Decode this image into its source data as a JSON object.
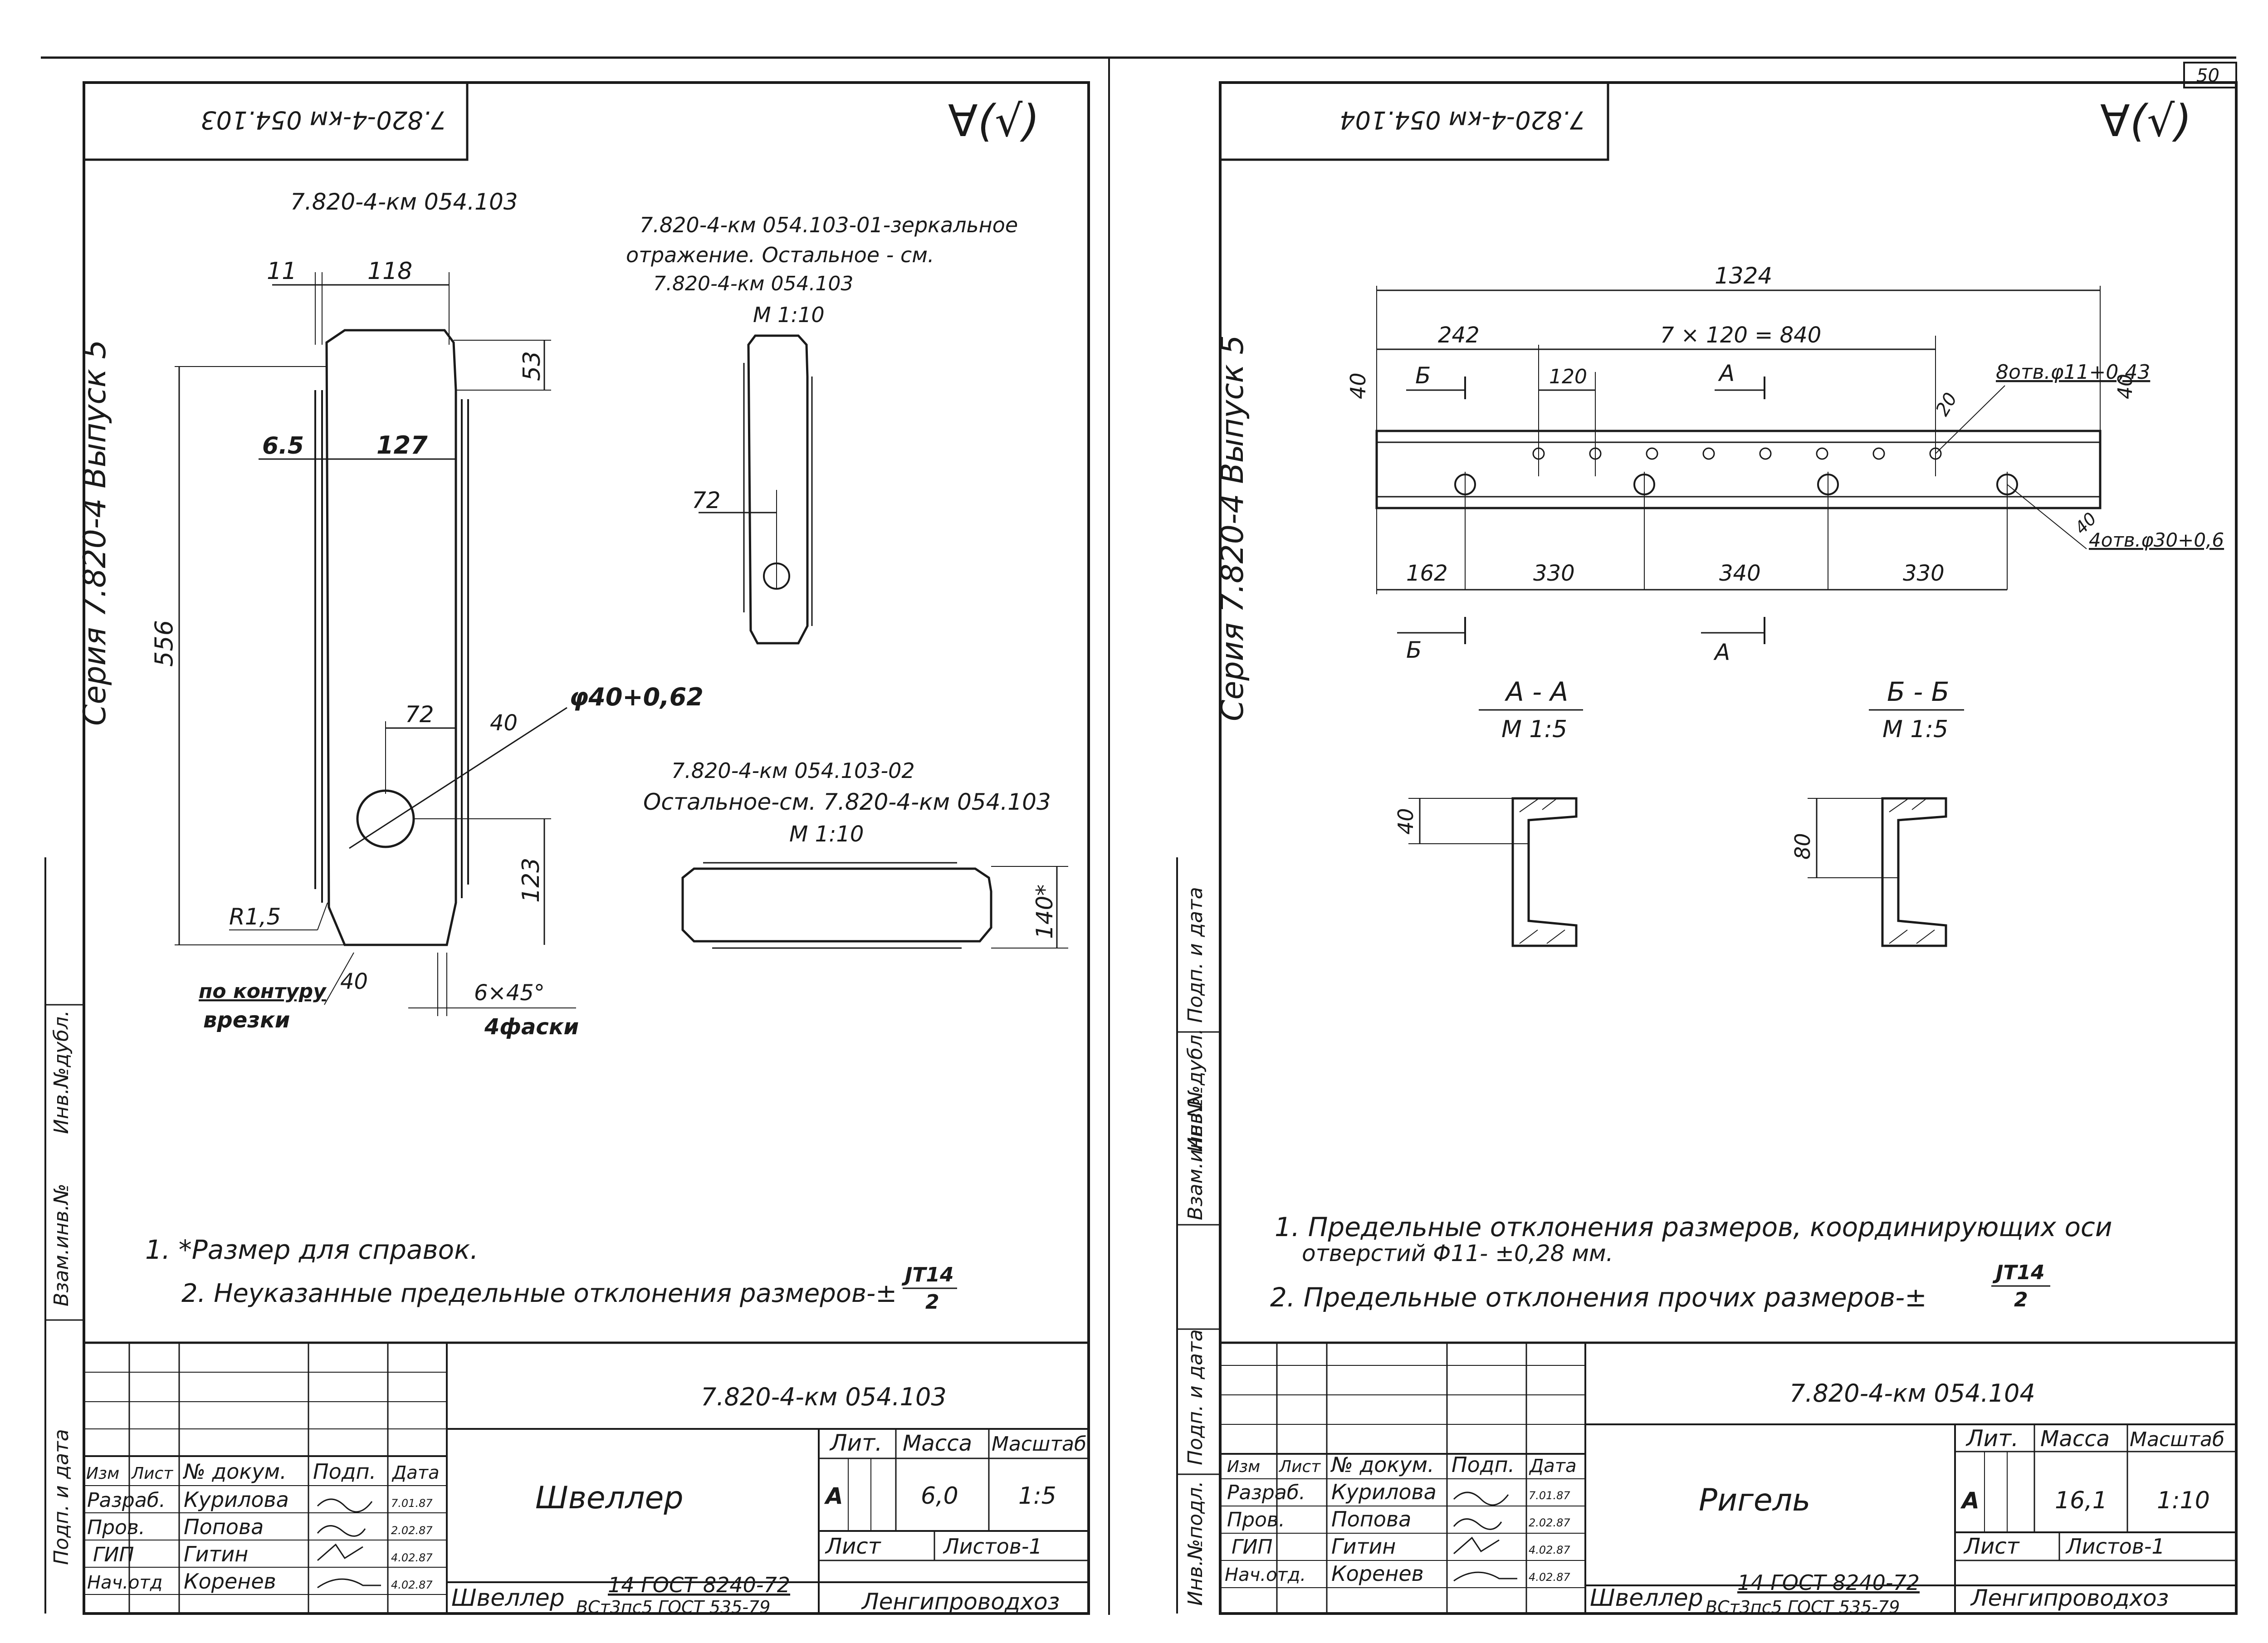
{
  "page_number": "50",
  "left": {
    "doc_code": "7.820-4-км 054.103",
    "roughness": "∀(√)",
    "side_label": "Серия   7.820-4    Выпуск 5",
    "title_code": "7.820-4-км 054.103",
    "variant_note": [
      "7.820-4-км 054.103-01-зеркальное",
      "отражение. Остальное - см.",
      "7.820-4-км 054.103"
    ],
    "scale_small": "М 1:10",
    "variant2_code": "7.820-4-км 054.103-02",
    "variant2_note": "Остальное-см. 7.820-4-км 054.103",
    "scale_small2": "М 1:10",
    "dims": {
      "d11": "11",
      "d118": "118",
      "d53": "53",
      "d6_5": "6.5",
      "d127": "127",
      "d556": "556",
      "d72": "72",
      "d40": "40",
      "phi": "φ40+0,62",
      "d123": "123",
      "r15": "R1,5",
      "d40b": "40",
      "chamfer": "6×45°",
      "chamfer_note": "4фаски",
      "contour1": "по контуру",
      "contour2": "врезки",
      "d72b": "72",
      "d140": "140*"
    },
    "notes": [
      "1. *Размер для справок.",
      "2. Неуказанные предельные отклонения размеров-±",
      "JT14",
      "2"
    ],
    "stamp": {
      "code": "7.820-4-км 054.103",
      "name": "Швеллер",
      "lit_h": "Лит.",
      "mass_h": "Масса",
      "scale_h": "Масштаб",
      "lit": "A",
      "mass": "6,0",
      "scale": "1:5",
      "sheet": "Лист",
      "sheets": "Листов-1",
      "material": "Швеллер",
      "material_spec": "14 ГОСТ 8240-72",
      "material_spec2": "ВСт3пс5 ГОСТ 535-79",
      "org": "Ленгипроводхоз",
      "headers": [
        "Изм",
        "Лист",
        "№ докум.",
        "Подп.",
        "Дата"
      ],
      "rows": [
        {
          "role": "Разраб.",
          "name": "Курилова",
          "date": "7.01.87"
        },
        {
          "role": "Пров.",
          "name": "Попова",
          "date": "2.02.87"
        },
        {
          "role": "ГИП",
          "name": "Гитин",
          "date": "4.02.87"
        },
        {
          "role": "Нач.отд",
          "name": "Коренев",
          "date": "4.02.87"
        }
      ]
    },
    "margin_labels": [
      "Взам.инв.№",
      "Инв.№дубл.",
      "Подп. и дата"
    ]
  },
  "right": {
    "doc_code": "7.820-4-км 054.104",
    "roughness": "∀(√)",
    "side_label": "Серия   7.820-4    Выпуск 5",
    "dims": {
      "d1324": "1324",
      "d242": "242",
      "d7x120": "7 × 120 = 840",
      "d120": "120",
      "d40": "40",
      "holes8": "8отв.φ11+0,43",
      "d40r": "40",
      "d20": "20",
      "d162": "162",
      "d330a": "330",
      "d340": "340",
      "d330b": "330",
      "holes4": "4отв.φ30+0,6",
      "d40c": "40",
      "d40s": "40",
      "d80s": "80"
    },
    "section_a": "А - А",
    "section_b": "Б - Б",
    "scale_a": "М 1:5",
    "scale_b": "М 1:5",
    "cut_a": "А",
    "cut_b": "Б",
    "notes": [
      "1. Предельные отклонения размеров, координирующих оси",
      "отверстий Φ11- ±0,28 мм.",
      "2. Предельные отклонения прочих размеров-±",
      "JT14",
      "2"
    ],
    "stamp": {
      "code": "7.820-4-км 054.104",
      "name": "Ригель",
      "lit_h": "Лит.",
      "mass_h": "Масса",
      "scale_h": "Масштаб",
      "lit": "A",
      "mass": "16,1",
      "scale": "1:10",
      "sheet": "Лист",
      "sheets": "Листов-1",
      "material": "Швеллер",
      "material_spec": "14 ГОСТ 8240-72",
      "material_spec2": "ВСт3пс5 ГОСТ 535-79",
      "org": "Ленгипроводхоз",
      "headers": [
        "Изм",
        "Лист",
        "№ докум.",
        "Подп.",
        "Дата"
      ],
      "rows": [
        {
          "role": "Разраб.",
          "name": "Курилова",
          "date": "7.01.87"
        },
        {
          "role": "Пров.",
          "name": "Попова",
          "date": "2.02.87"
        },
        {
          "role": "ГИП",
          "name": "Гитин",
          "date": "4.02.87"
        },
        {
          "role": "Нач.отд.",
          "name": "Коренев",
          "date": "4.02.87"
        }
      ]
    },
    "margin_labels": [
      "Взам.инв.№",
      "Инв.№дубл.",
      "Подп. и дата",
      "Подп. и дата",
      "Инв.№подл."
    ]
  }
}
